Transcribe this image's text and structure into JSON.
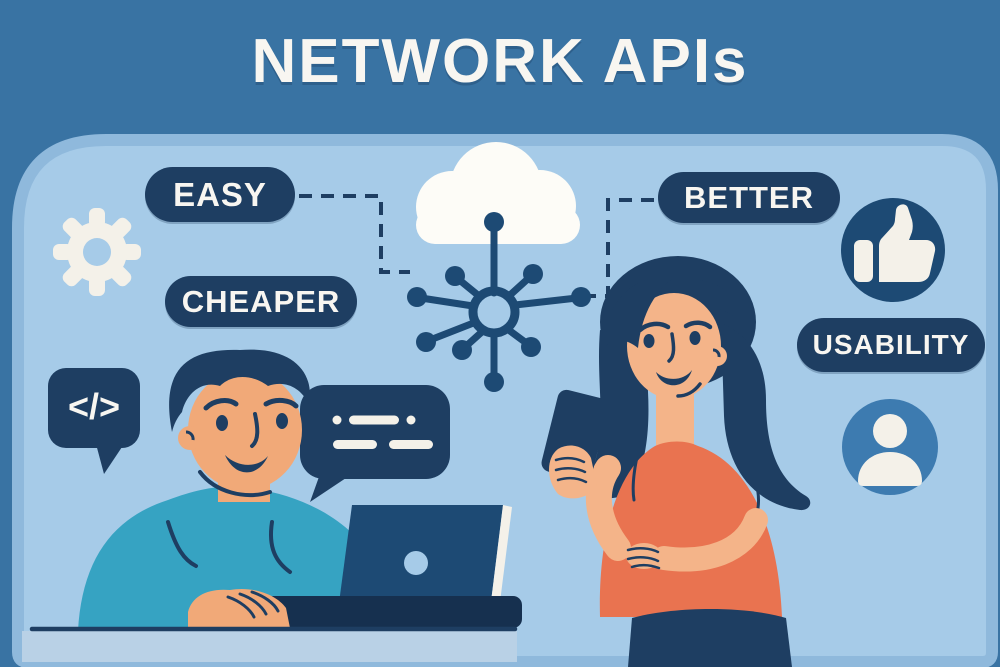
{
  "title": "NETWORK APIs",
  "labels": {
    "easy": "EASY",
    "cheaper": "CHEAPER",
    "better": "BETTER",
    "usability": "USABILITY"
  },
  "code_bubble": {
    "text": "</>"
  },
  "icons": [
    "gear-icon",
    "code-bubble-icon",
    "cloud-icon",
    "network-hub-icon",
    "speech-bubble-icon",
    "thumbs-up-icon",
    "user-icon"
  ],
  "figures": [
    "man-typing-on-laptop",
    "woman-holding-phone"
  ],
  "colors": {
    "outer_bg": "#3973a3",
    "panel_bg": "#a6cbe8",
    "panel_rim": "#8fb9dc",
    "desk": "#b9d1e6",
    "navy": "#1e3e62",
    "navy2": "#1d4a74",
    "navy_dark": "#16304f",
    "cloud": "#fdfcf7",
    "offwhite": "#f4f1e9",
    "teal": "#36a3c2",
    "skin_m": "#f1a978",
    "skin_w": "#f4b489",
    "orange": "#e97350",
    "icon_blue": "#3d7bb0",
    "text_white": "#f8f6f1"
  }
}
